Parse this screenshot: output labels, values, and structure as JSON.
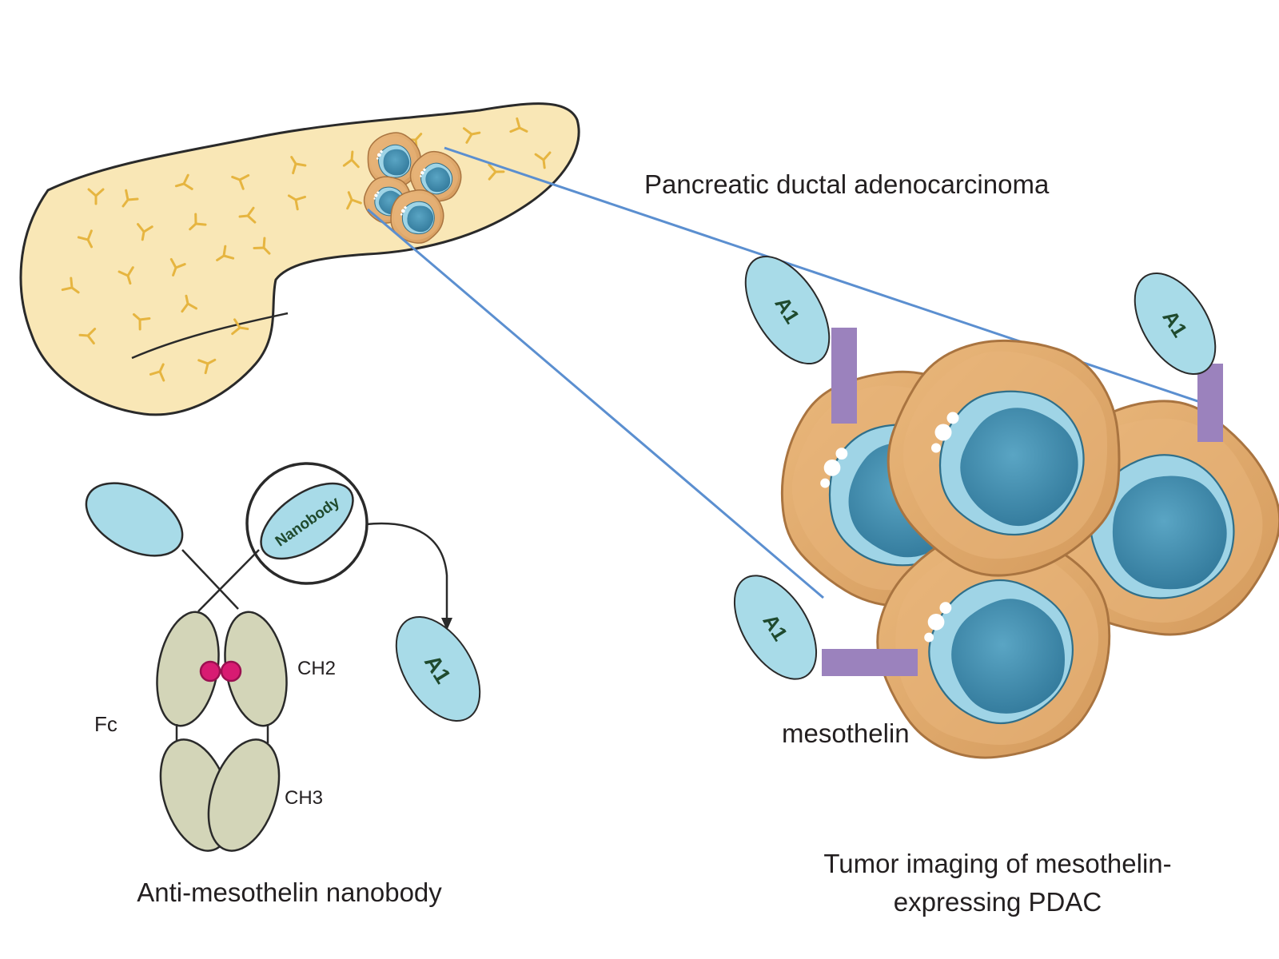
{
  "labels": {
    "pdac_title": "Pancreatic ductal adenocarcinoma",
    "mesothelin": "mesothelin",
    "imaging_line1": "Tumor imaging of mesothelin-",
    "imaging_line2": "expressing PDAC",
    "nanobody_title": "Anti-mesothelin nanobody",
    "nanobody_domain": "Nanobody",
    "ch2": "CH2",
    "ch3": "CH3",
    "fc": "Fc",
    "a1": "A1"
  },
  "colors": {
    "pancreas_fill": "#f9e7b6",
    "pancreas_stroke": "#2a2a2a",
    "duct_mark": "#e6b540",
    "cell_fill": "#e0a86a",
    "cell_stroke": "#a97440",
    "nucleus_fill": "#3f8fb0",
    "nucleus_light": "#9fd4e6",
    "a1_fill": "#a8dbe8",
    "mesothelin": "#9b82bd",
    "fc_domain": "#d3d5b8",
    "disulfide": "#d81b72",
    "zoom_line": "#5b8fd0"
  },
  "icons": [
    "pancreas-organ",
    "tumor-cell-cluster",
    "antibody",
    "nanobody-a1",
    "mesothelin-receptor"
  ]
}
